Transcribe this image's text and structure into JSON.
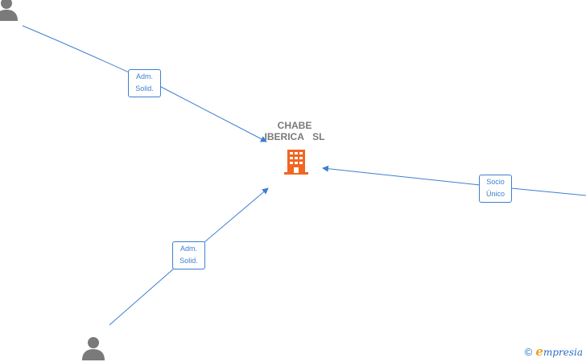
{
  "company": {
    "name": "CHABE IBERICA SL",
    "line1": "CHABE",
    "line2": "IBERICA  SL",
    "icon": "building-icon",
    "color": "#f26522"
  },
  "people": [
    {
      "id": "person-top-left",
      "icon": "person-icon"
    },
    {
      "id": "person-bottom-left",
      "icon": "person-icon"
    },
    {
      "id": "person-right",
      "icon": "person-icon"
    }
  ],
  "relations": [
    {
      "from": "person-top-left",
      "to": "company",
      "label_line1": "Adm.",
      "label_line2": "Solid."
    },
    {
      "from": "person-bottom-left",
      "to": "company",
      "label_line1": "Adm.",
      "label_line2": "Solid."
    },
    {
      "from": "person-right",
      "to": "company",
      "label_line1": "Socio",
      "label_line2": "Único"
    }
  ],
  "colors": {
    "edge": "#3d7fd1",
    "person": "#7a7a7a",
    "label_text": "#3d7fd1"
  },
  "watermark": {
    "copyright": "©",
    "brand_initial": "e",
    "brand_rest": "mpresia"
  }
}
